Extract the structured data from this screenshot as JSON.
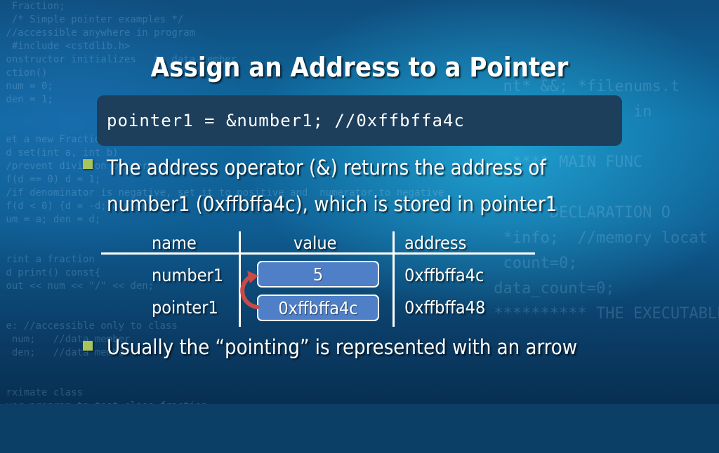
{
  "slide": {
    "title": "Assign an Address to a Pointer",
    "code": "pointer1 = &number1; //0xffbffa4c",
    "bullets": [
      {
        "line1": "The address operator (&) returns the address of",
        "line2": "number1 (0xffbffa4c), which is stored in pointer1"
      },
      {
        "line1": "Usually the “pointing” is represented with an arrow"
      }
    ],
    "table": {
      "headers": {
        "name": "name",
        "value": "value",
        "address": "address"
      },
      "rows": [
        {
          "name": "number1",
          "value": "5",
          "address": "0xffbffa4c"
        },
        {
          "name": "pointer1",
          "value": "0xffbffa4c",
          "address": "0xffbffa48"
        }
      ]
    }
  },
  "colors": {
    "bullet": "#a8c45a",
    "code_box": "#1d3f5c",
    "value_box": "#4f7fc6",
    "arrow": "#d9534f"
  }
}
